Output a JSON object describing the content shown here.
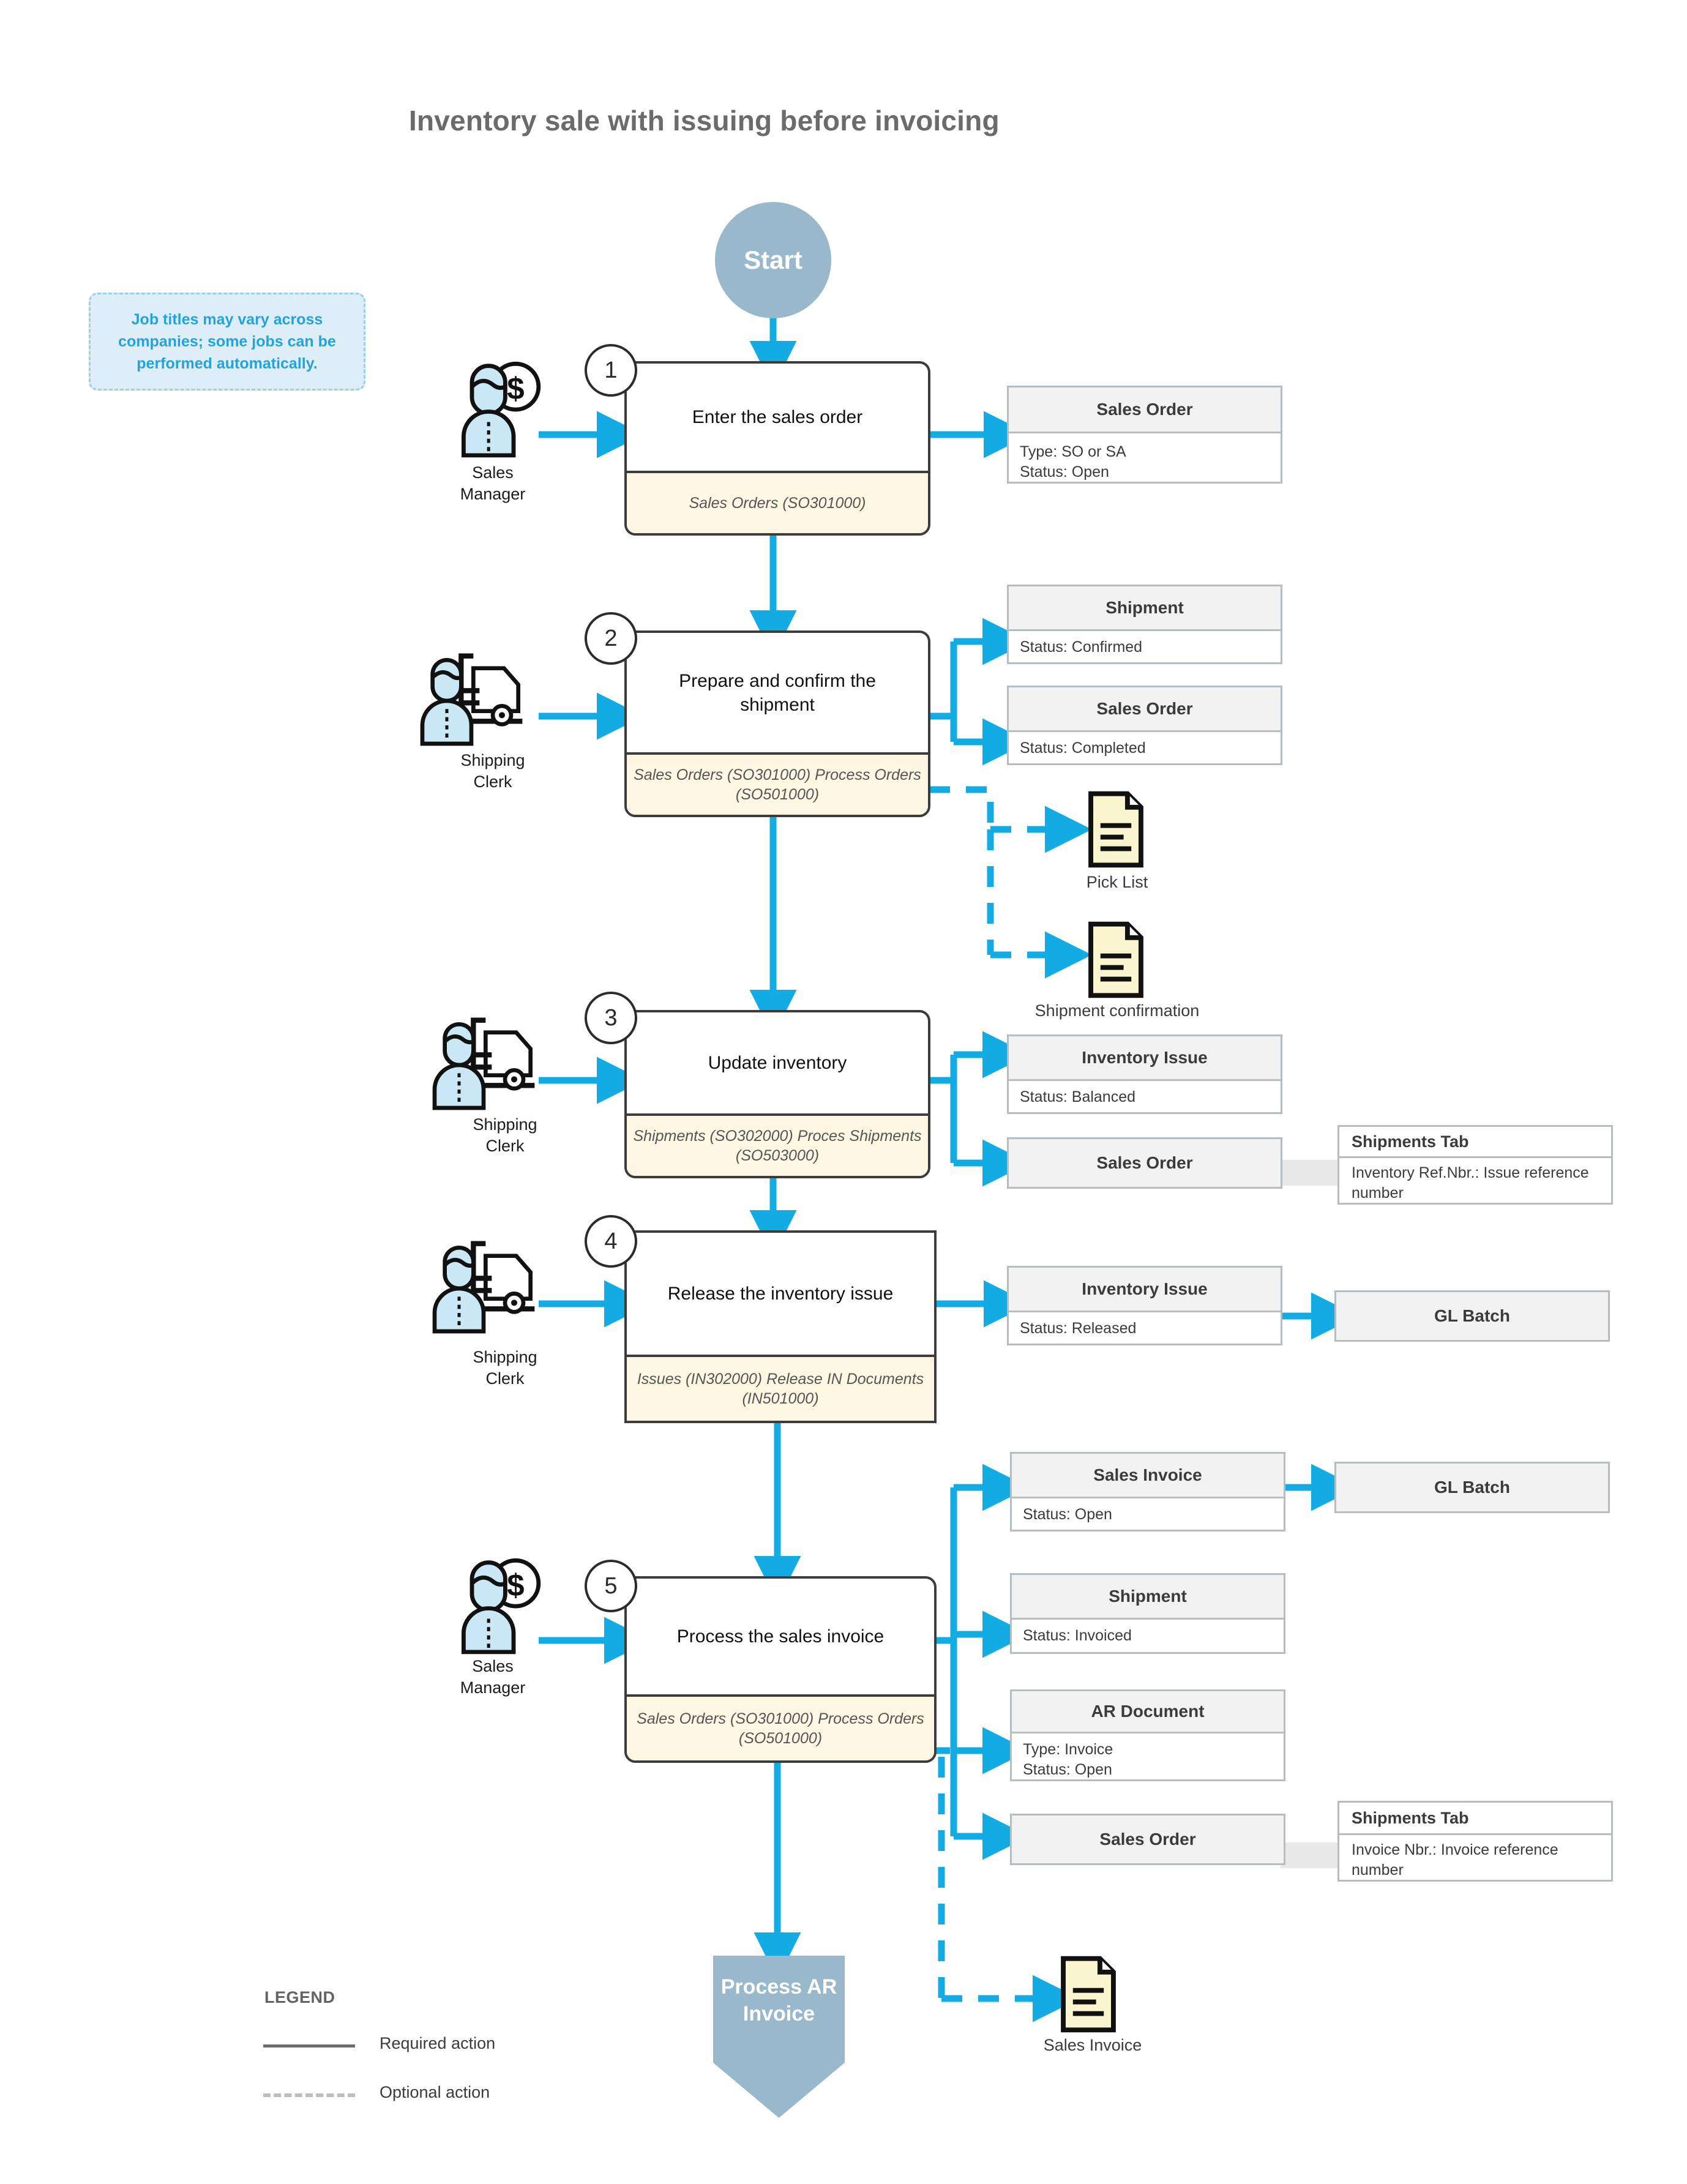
{
  "page": {
    "title": "Inventory sale with issuing before invoicing",
    "accent_blue": "#12ABE4",
    "terminator_blue": "#9AB8CC",
    "screen_band": "#FDF6E2",
    "note_bg": "#DDEEF8"
  },
  "note": {
    "text": "Job titles may vary across companies; some jobs can be performed automatically."
  },
  "start": {
    "label": "Start"
  },
  "end": {
    "label": "Process AR Invoice"
  },
  "steps": [
    {
      "number": "1",
      "action": "Enter the sales order",
      "screens": "Sales Orders\n(SO301000)",
      "role": "Sales\nManager",
      "role_icon": "sales-manager-icon"
    },
    {
      "number": "2",
      "action": "Prepare and confirm the shipment",
      "screens": "Sales Orders (SO301000) Process Orders (SO501000)",
      "role": "Shipping\nClerk",
      "role_icon": "shipping-clerk-icon"
    },
    {
      "number": "3",
      "action": "Update inventory",
      "screens": "Shipments (SO302000)\nProces Shipments (SO503000)",
      "role": "Shipping\nClerk",
      "role_icon": "shipping-clerk-icon"
    },
    {
      "number": "4",
      "action": "Release the inventory issue",
      "screens": "Issues (IN302000)\nRelease IN Documents (IN501000)",
      "role": "Shipping\nClerk",
      "role_icon": "shipping-clerk-icon"
    },
    {
      "number": "5",
      "action": "Process the sales invoice",
      "screens": "Sales Orders (SO301000)\nProcess Orders (SO501000)",
      "role": "Sales\nManager",
      "role_icon": "sales-manager-icon"
    }
  ],
  "entities": {
    "s1_sales_order": {
      "head": "Sales Order",
      "body": "Type: SO or SA\nStatus: Open"
    },
    "s2_shipment": {
      "head": "Shipment",
      "body": "Status: Confirmed"
    },
    "s2_sales_order": {
      "head": "Sales Order",
      "body": "Status: Completed"
    },
    "s3_inventory_issue": {
      "head": "Inventory Issue",
      "body": "Status: Balanced"
    },
    "s3_sales_order": {
      "head": "Sales Order",
      "body": ""
    },
    "s4_inventory_issue": {
      "head": "Inventory Issue",
      "body": "Status: Released"
    },
    "s4_gl_batch": {
      "head": "GL Batch",
      "body": ""
    },
    "s5_sales_invoice": {
      "head": "Sales Invoice",
      "body": "Status: Open"
    },
    "s5_gl_batch": {
      "head": "GL Batch",
      "body": ""
    },
    "s5_shipment": {
      "head": "Shipment",
      "body": "Status: Invoiced"
    },
    "s5_ar_document": {
      "head": "AR Document",
      "body": "Type: Invoice\nStatus: Open"
    },
    "s5_sales_order": {
      "head": "Sales Order",
      "body": ""
    }
  },
  "callouts": {
    "s3_shipments_tab": {
      "head": "Shipments Tab",
      "body": "Inventory Ref.Nbr.: Issue reference number"
    },
    "s5_shipments_tab": {
      "head": "Shipments Tab",
      "body": "Invoice Nbr.: Invoice reference number"
    }
  },
  "printed_docs": {
    "pick_list": {
      "label": "Pick List"
    },
    "shipment_confirmation": {
      "label": "Shipment confirmation"
    },
    "sales_invoice": {
      "label": "Sales Invoice"
    }
  },
  "legend": {
    "title": "LEGEND",
    "required": "Required action",
    "optional": "Optional action"
  }
}
